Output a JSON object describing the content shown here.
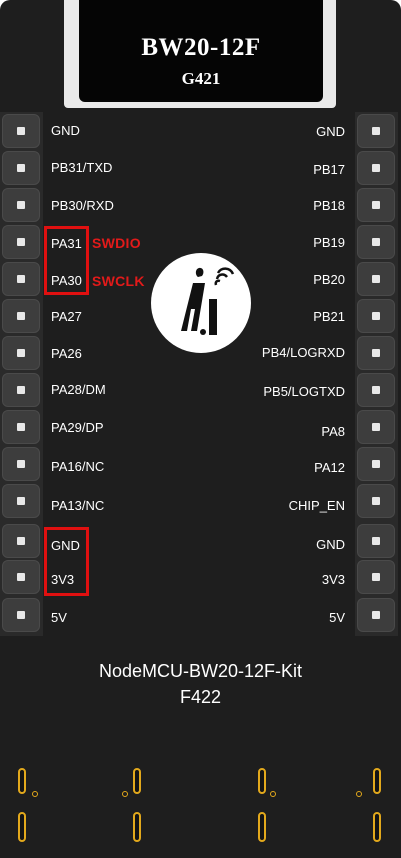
{
  "module": {
    "name": "BW20-12F",
    "code": "G421"
  },
  "left_pins": [
    {
      "label": "GND"
    },
    {
      "label": "PB31/TXD"
    },
    {
      "label": "PB30/RXD"
    },
    {
      "label": "PA31"
    },
    {
      "label": "PA30"
    },
    {
      "label": "PA27"
    },
    {
      "label": "PA26"
    },
    {
      "label": "PA28/DM"
    },
    {
      "label": "PA29/DP"
    },
    {
      "label": "PA16/NC"
    },
    {
      "label": "PA13/NC"
    },
    {
      "label": "GND"
    },
    {
      "label": "3V3"
    },
    {
      "label": "5V"
    }
  ],
  "right_pins": [
    {
      "label": "GND"
    },
    {
      "label": "PB17"
    },
    {
      "label": "PB18"
    },
    {
      "label": "PB19"
    },
    {
      "label": "PB20"
    },
    {
      "label": "PB21"
    },
    {
      "label": "PB4/LOGRXD"
    },
    {
      "label": "PB5/LOGTXD"
    },
    {
      "label": "PA8"
    },
    {
      "label": "PA12"
    },
    {
      "label": "CHIP_EN"
    },
    {
      "label": "GND"
    },
    {
      "label": "3V3"
    },
    {
      "label": "5V"
    }
  ],
  "annotations": {
    "swdio": "SWDIO",
    "swclk": "SWCLK"
  },
  "board": {
    "name": "NodeMCU-BW20-12F-Kit",
    "code": "F422"
  },
  "colors": {
    "board": "#1e1e1e",
    "highlight": "#e01010",
    "gold": "#e3a91c"
  }
}
